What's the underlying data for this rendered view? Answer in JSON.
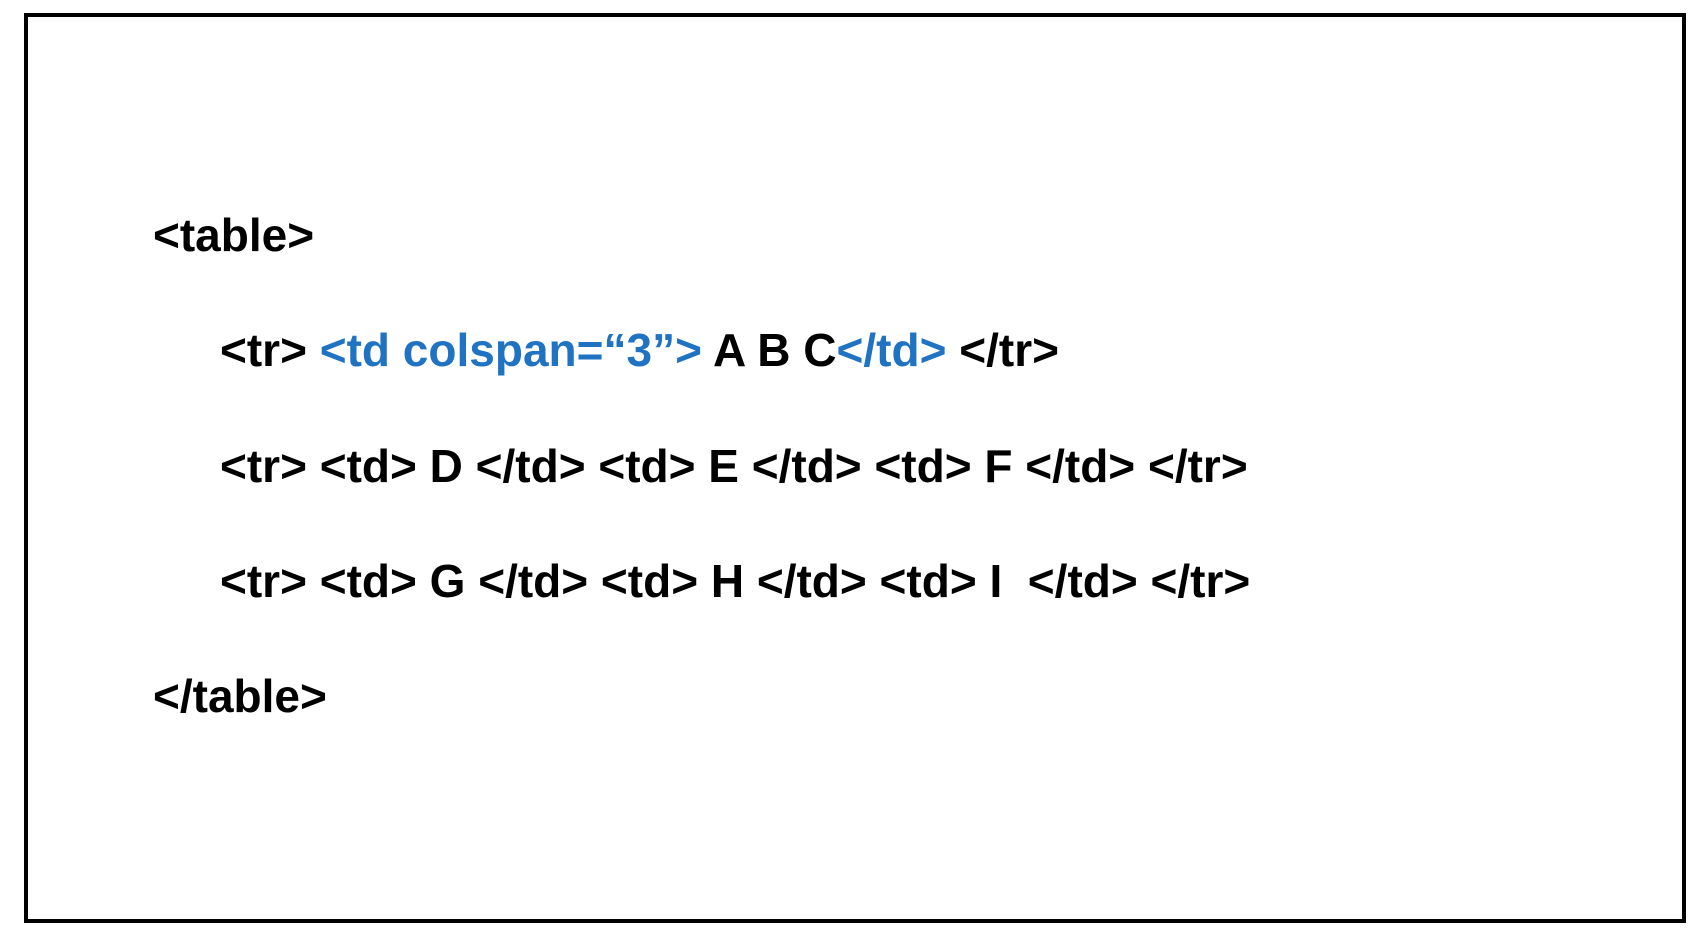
{
  "code": {
    "open_table": "<table>",
    "row1": {
      "tr_open": "<tr> ",
      "td_open": "<td colspan=“3”>",
      "content": " A B C",
      "td_close": "</td>",
      "tr_close": " </tr>"
    },
    "row2": {
      "text": "<tr> <td> D </td> <td> E </td> <td> F </td> </tr>"
    },
    "row3": {
      "text": "<tr> <td> G </td> <td> H </td> <td> I  </td> </tr>"
    },
    "close_table": "</table>"
  },
  "colors": {
    "highlight": "#1f73c2",
    "text": "#000000",
    "border": "#000000"
  }
}
